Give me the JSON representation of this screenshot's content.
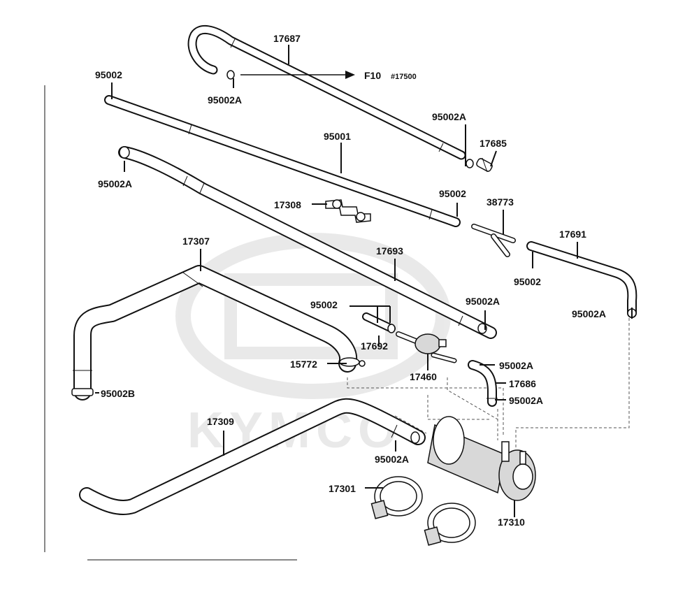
{
  "watermark": {
    "brand": "KYMCO"
  },
  "callouts": {
    "p17687": "17687",
    "p95002_top": "95002",
    "p95002A_top": "95002A",
    "p95002A_right": "95002A",
    "p17685": "17685",
    "p95001": "95001",
    "p95002A_left": "95002A",
    "p17308": "17308",
    "p95002_mid": "95002",
    "p38773": "38773",
    "p17691": "17691",
    "p95002_right": "95002",
    "p17307": "17307",
    "p17693": "17693",
    "p95002_pair": "95002",
    "p95002A_clip": "95002A",
    "p95002A_far": "95002A",
    "p17692": "17692",
    "p15772": "15772",
    "p95002A_elbow": "95002A",
    "p17460": "17460",
    "p17686": "17686",
    "p95002A_low": "95002A",
    "p95002B": "95002B",
    "p17309": "17309",
    "p95002A_bottom": "95002A",
    "p17301": "17301",
    "p17310": "17310"
  },
  "reference": {
    "code": "F10",
    "part": "#17500"
  }
}
